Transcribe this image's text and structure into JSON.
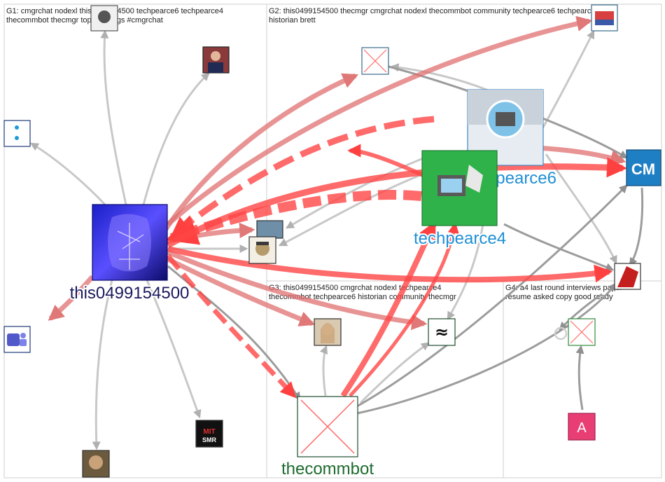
{
  "groups": [
    {
      "id": "G1",
      "label_line1": "G1: cmgrchat nodexl this0499154500 techpearce6 techpearce4",
      "label_line2": "thecommbot thecmgr top hashtags #cmgrchat"
    },
    {
      "id": "G2",
      "label_line1": "G2: this0499154500 thecmgr cmgrchat nodexl thecommbot community techpearce6 techpearce4",
      "label_line2": "historian brett"
    },
    {
      "id": "G3",
      "label_line1": "G3: this0499154500 cmgrchat nodexl techpearce4",
      "label_line2": "thecommbot techpearce6 historian community thecmgr"
    },
    {
      "id": "G4",
      "label_line1": "G4: a4 last round interviews paper",
      "label_line2": "resume asked copy good ready"
    }
  ],
  "nodes": {
    "this0499154500": {
      "label": "this0499154500",
      "label_color": "#1a1a5e"
    },
    "techpearce4": {
      "label": "techpearce4",
      "label_color": "#1f8fd6"
    },
    "techpearce6": {
      "label": "techpearce6",
      "label_color": "#1f8fd6"
    },
    "thecommbot": {
      "label": "thecommbot",
      "label_color": "#1d6b2e"
    },
    "mit_smr": {
      "text": "MIT SMR"
    },
    "approx": {
      "text": "≈"
    },
    "cm": {
      "text": "CM"
    },
    "a_avatar": {
      "text": "A"
    }
  },
  "colors": {
    "strong_edge": "#ff3030",
    "medium_edge": "#e07070",
    "weak_edge": "#bfbfbf",
    "grey_edge": "#a0a0a0"
  }
}
